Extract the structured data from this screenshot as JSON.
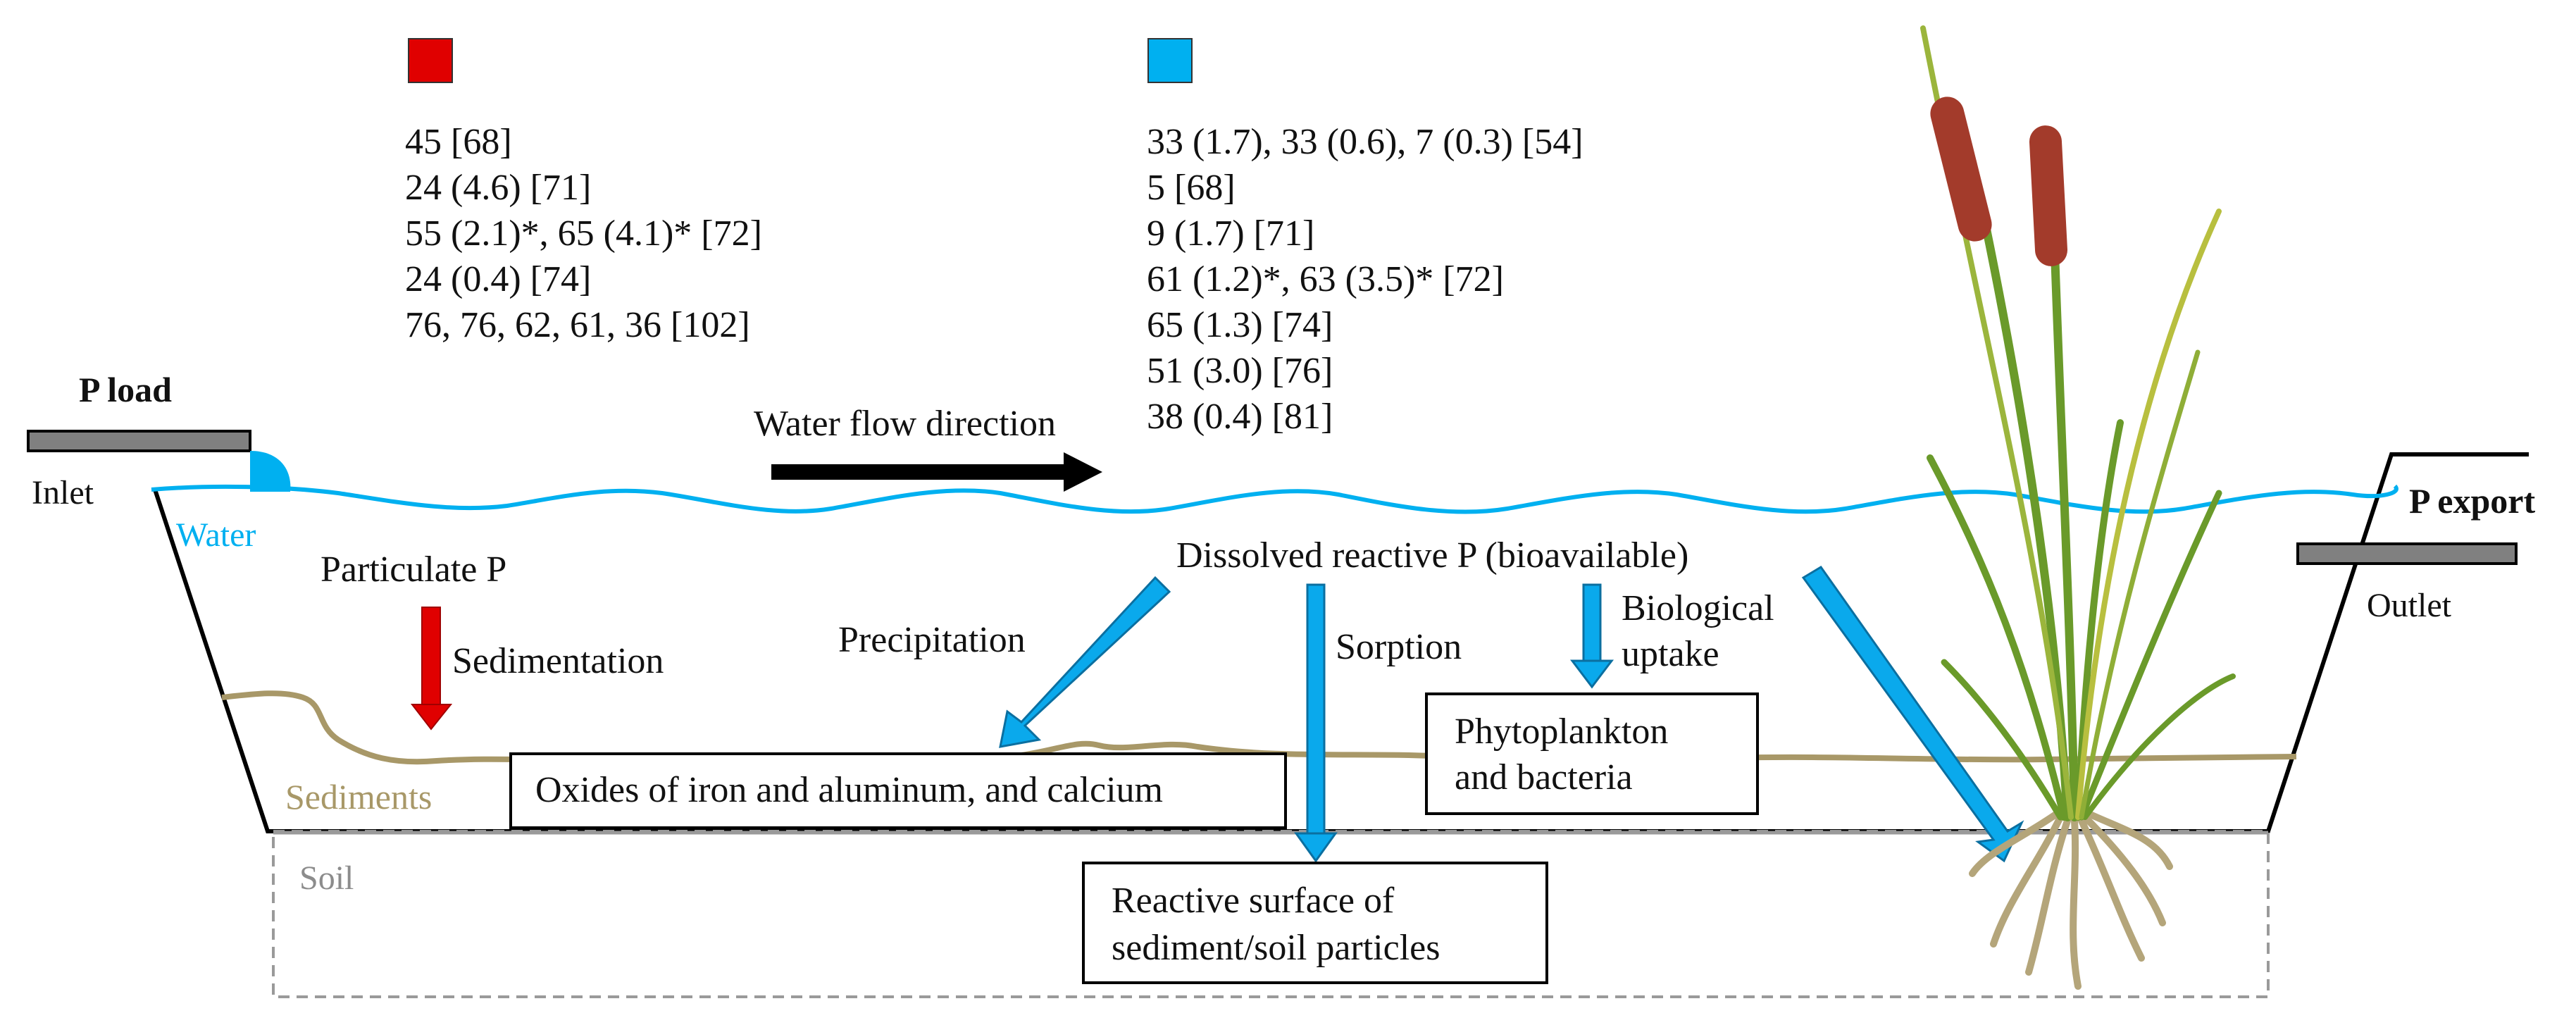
{
  "colors": {
    "water": "#00b0f0",
    "sediment": "#a89868",
    "soil_label": "#8c8c8c",
    "red": "#e00000",
    "arrow_blue": "#0aa9ec",
    "black": "#000000",
    "root": "#b4a57a",
    "cattail": "#a33b2b",
    "leaf": "#6a9a2a"
  },
  "legend": {
    "red": {
      "icon": "red-square",
      "lines": [
        "45 [68]",
        "24 (4.6) [71]",
        "55 (2.1)*, 65 (4.1)* [72]",
        "24 (0.4) [74]",
        "76, 76, 62, 61, 36 [102]"
      ]
    },
    "blue": {
      "icon": "blue-square",
      "lines": [
        "33 (1.7), 33 (0.6), 7 (0.3) [54]",
        "5 [68]",
        "9 (1.7) [71]",
        "61 (1.2)*, 63 (3.5)* [72]",
        "65 (1.3) [74]",
        "51 (3.0) [76]",
        "38 (0.4) [81]"
      ]
    }
  },
  "labels": {
    "p_load": "P load",
    "inlet": "Inlet",
    "water": "Water",
    "water_flow": "Water flow direction",
    "p_export": "P export",
    "outlet": "Outlet",
    "particulate_p": "Particulate P",
    "sedimentation": "Sedimentation",
    "dissolved_p": "Dissolved reactive P (bioavailable)",
    "precipitation": "Precipitation",
    "sorption": "Sorption",
    "biological_uptake_1": "Biological",
    "biological_uptake_2": "uptake",
    "sediments": "Sediments",
    "soil": "Soil",
    "oxides_box": "Oxides of iron and aluminum, and calcium",
    "phyto_box_1": "Phytoplankton",
    "phyto_box_2": "and bacteria",
    "reactive_box_1": "Reactive surface of",
    "reactive_box_2": "sediment/soil particles"
  }
}
